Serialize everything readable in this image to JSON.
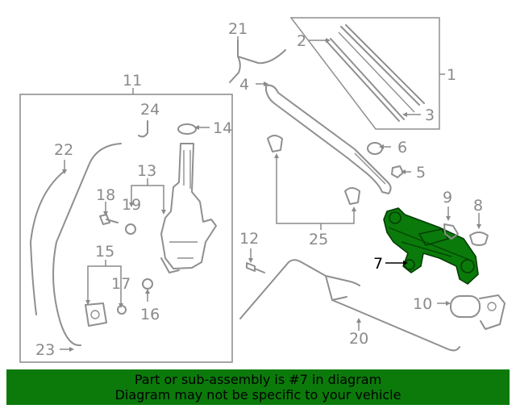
{
  "callouts": {
    "c1": "1",
    "c2": "2",
    "c3": "3",
    "c4": "4",
    "c5": "5",
    "c6": "6",
    "c7": "7",
    "c8": "8",
    "c9": "9",
    "c10": "10",
    "c11": "11",
    "c12": "12",
    "c13": "13",
    "c14": "14",
    "c15": "15",
    "c16": "16",
    "c17": "17",
    "c18": "18",
    "c19": "19",
    "c20": "20",
    "c21": "21",
    "c22": "22",
    "c23": "23",
    "c24": "24",
    "c25": "25"
  },
  "banner": {
    "line1": "Part or sub-assembly is #7 in diagram",
    "line2": "Diagram may not be specific to your vehicle"
  },
  "colors": {
    "highlight": "#0b7a0b",
    "line": "#8f8f8f"
  }
}
